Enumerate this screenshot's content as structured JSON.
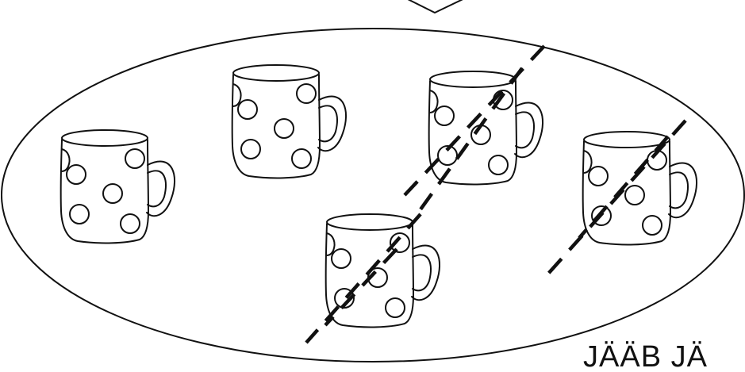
{
  "caption": "JÄÄB JÄ",
  "icons": {
    "mug": "polka-dot-mug-icon",
    "crossed_out": "dashed-strike-line"
  },
  "mugs": [
    {
      "label": "mug-1",
      "crossed_out": false
    },
    {
      "label": "mug-2",
      "crossed_out": false
    },
    {
      "label": "mug-3",
      "crossed_out": true
    },
    {
      "label": "mug-4",
      "crossed_out": true
    },
    {
      "label": "mug-5",
      "crossed_out": true
    }
  ],
  "colors": {
    "stroke": "#111111",
    "background": "#ffffff"
  }
}
